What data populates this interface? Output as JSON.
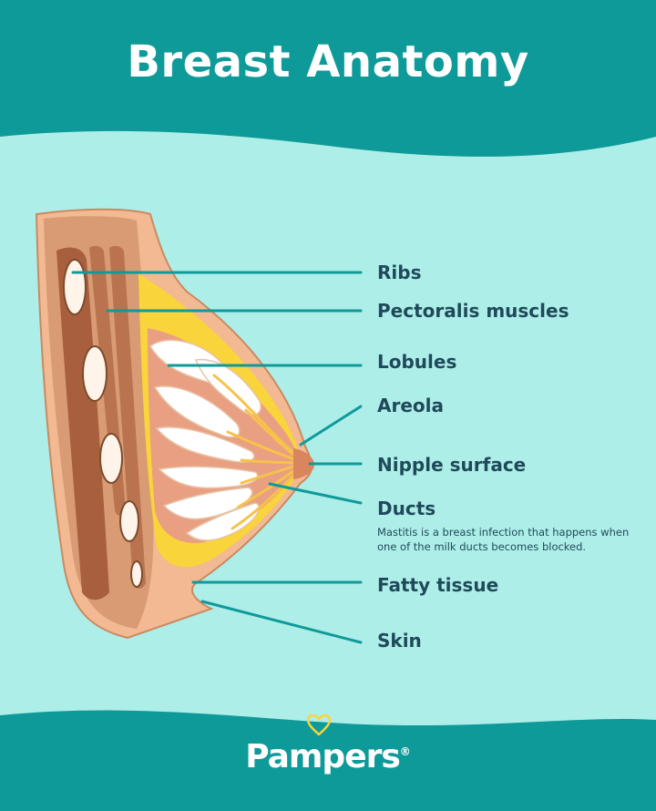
{
  "title": "Breast Anatomy",
  "labels": {
    "ribs": "Ribs",
    "pectoralis": "Pectoralis muscles",
    "lobules": "Lobules",
    "areola": "Areola",
    "nipple": "Nipple surface",
    "ducts": "Ducts",
    "ducts_note": "Mastitis is a breast infection that happens when one of the milk ducts becomes blocked.",
    "fatty": "Fatty tissue",
    "skin": "Skin"
  },
  "brand": {
    "name": "Pampers",
    "mark": "®"
  },
  "colors": {
    "header_teal": "#0f9a9a",
    "background_aqua": "#aeeee9",
    "label_text": "#1e4a59",
    "leader_line": "#0f9a9a",
    "skin": "#f2b992",
    "muscle": "#b9734e",
    "fat": "#f9d43a",
    "lobule": "#ffffff"
  }
}
